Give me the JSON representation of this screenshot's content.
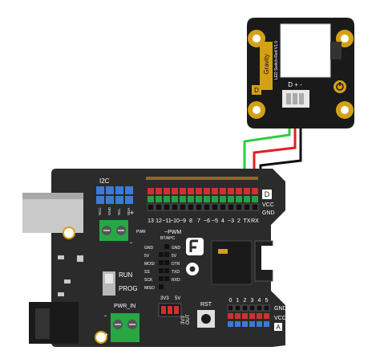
{
  "diagram": {
    "module": {
      "brand": "Gravity",
      "name": "LED Switch-Red V1.0",
      "pin_badge": "D",
      "pin_labels": "D + -"
    },
    "board": {
      "i2c": "I2C",
      "pwm_header": "~PWM",
      "pwm_power": "+",
      "pwm_gnd": "-",
      "digital_pins": [
        "13",
        "12",
        "~11",
        "~10",
        "~9",
        "8",
        "7",
        "~6",
        "~5",
        "4",
        "~3",
        "2",
        "TX",
        "RX"
      ],
      "digital_badge": "D",
      "vcc": "VCC",
      "gnd": "GND",
      "icsp_left": [
        "GND",
        "5V",
        "MOSI",
        "SS",
        "SCK",
        "MISO"
      ],
      "icsp_right": [
        "GND",
        "5V",
        "DTR",
        "TXD",
        "RXD"
      ],
      "bt_label": "BT/APC",
      "run": "RUN",
      "prog": "PROG",
      "pwr_in": "PWR_IN",
      "v3v3": "3V3",
      "v5v": "5V",
      "out": "OUT",
      "rst": "RST",
      "analog_pins": [
        "0",
        "1",
        "2",
        "3",
        "4",
        "5"
      ],
      "analog_gnd": "GND",
      "analog_vcc": "VCC",
      "analog_badge": "A",
      "pwr_small": "PWR",
      "i2c_small": [
        "VCC",
        "GND",
        "SCL",
        "SDA"
      ]
    },
    "colors": {
      "board": "#2b2b2b",
      "module": "#1a1a1a",
      "gold": "#d4a017",
      "wire_green": "#2ecc40",
      "wire_red": "#e02020",
      "wire_black": "#111111",
      "header_red": "#d23030",
      "header_green": "#2e9e44",
      "header_blue": "#3a7bd5",
      "terminal_green": "#27a844"
    }
  }
}
